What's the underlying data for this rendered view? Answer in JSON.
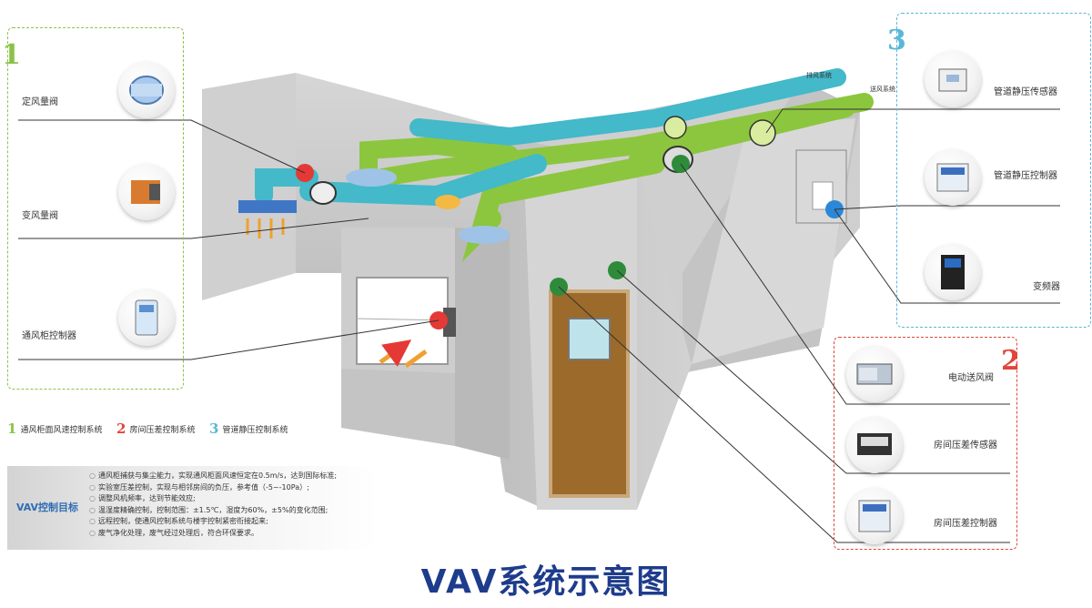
{
  "title": "VAV系统示意图",
  "groups": [
    {
      "number": "1",
      "color": "#8bc34a",
      "items": [
        {
          "label": "定风量阀",
          "icon": "constant-air-volume-valve-icon"
        },
        {
          "label": "变风量阀",
          "icon": "variable-air-volume-valve-icon"
        },
        {
          "label": "通风柜控制器",
          "icon": "fume-hood-controller-icon"
        }
      ]
    },
    {
      "number": "2",
      "color": "#e2453a",
      "items": [
        {
          "label": "电动送风阀",
          "icon": "motorized-supply-damper-icon"
        },
        {
          "label": "房间压差传感器",
          "icon": "room-pressure-sensor-icon"
        },
        {
          "label": "房间压差控制器",
          "icon": "room-pressure-controller-icon"
        }
      ]
    },
    {
      "number": "3",
      "color": "#5bb7d8",
      "items": [
        {
          "label": "管道静压传感器",
          "icon": "duct-pressure-sensor-icon"
        },
        {
          "label": "管道静压控制器",
          "icon": "duct-pressure-controller-icon"
        },
        {
          "label": "变频器",
          "icon": "frequency-inverter-icon"
        }
      ]
    }
  ],
  "legend": [
    {
      "number": "1",
      "label": "通风柜面风速控制系统",
      "color": "#8bc34a"
    },
    {
      "number": "2",
      "label": "房间压差控制系统",
      "color": "#e2453a"
    },
    {
      "number": "3",
      "label": "管道静压控制系统",
      "color": "#5bb7d8"
    }
  ],
  "goals": {
    "title": "VAV控制目标",
    "items": [
      "通风柜捕获与集尘能力，实现通风柜面风速恒定在0.5m/s，达到国际标准;",
      "实验室压差控制，实现与相邻房间的负压，参考值（-5~-10Pa）;",
      "调整风机频率，达到节能效应;",
      "温湿度精确控制，控制范围：±1.5℃，湿度为60%，±5%的变化范围;",
      "远程控制，使通风控制系统与楼宇控制紧密衔接起来;",
      "废气净化处理，废气经过处理后，符合环保要求。"
    ]
  },
  "duct_labels": {
    "exhaust": "排风系统",
    "supply": "送风系统"
  },
  "colors": {
    "exhaust_duct": "#43b9c9",
    "supply_duct": "#8cc63e",
    "wall": "#c9c9c9",
    "door": "#9c6a2a",
    "title": "#1e3c8c"
  }
}
